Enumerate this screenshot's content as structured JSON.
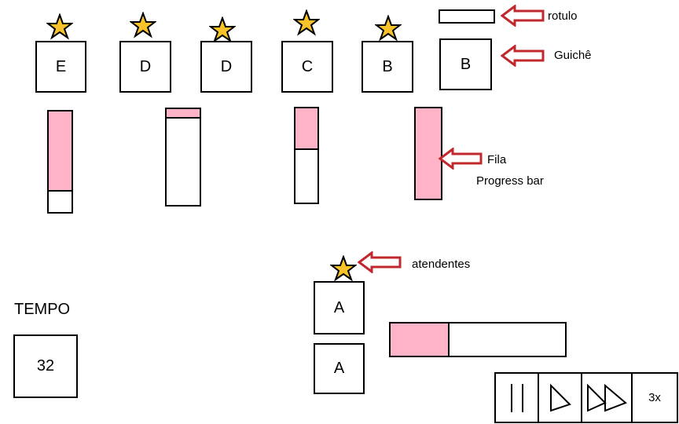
{
  "guiches": [
    {
      "letter": "E",
      "fill": 0.8
    },
    {
      "letter": "D",
      "fill": 0.1
    },
    {
      "letter": "D",
      "fill": null
    },
    {
      "letter": "C",
      "fill": 0.44
    },
    {
      "letter": "B",
      "fill": null
    }
  ],
  "legend": {
    "rotulo": "rotulo",
    "guiche_letter": "B",
    "guiche": "Guichê",
    "fila": "Fila",
    "progress_bar": "Progress bar",
    "fila_fill": 1.0
  },
  "atendentes": {
    "label": "atendentes",
    "items": [
      "A",
      "A"
    ]
  },
  "horizontal_bar": {
    "fill": 0.34
  },
  "tempo": {
    "label": "TEMPO",
    "value": "32"
  },
  "controls": {
    "speed": "3x"
  },
  "colors": {
    "star": "#f8c22a",
    "fill": "#ffb3c6",
    "arrow": "#c0282d"
  },
  "icons": [
    "star-icon",
    "arrow-left-icon",
    "pause-icon",
    "play-icon",
    "fast-forward-icon"
  ]
}
